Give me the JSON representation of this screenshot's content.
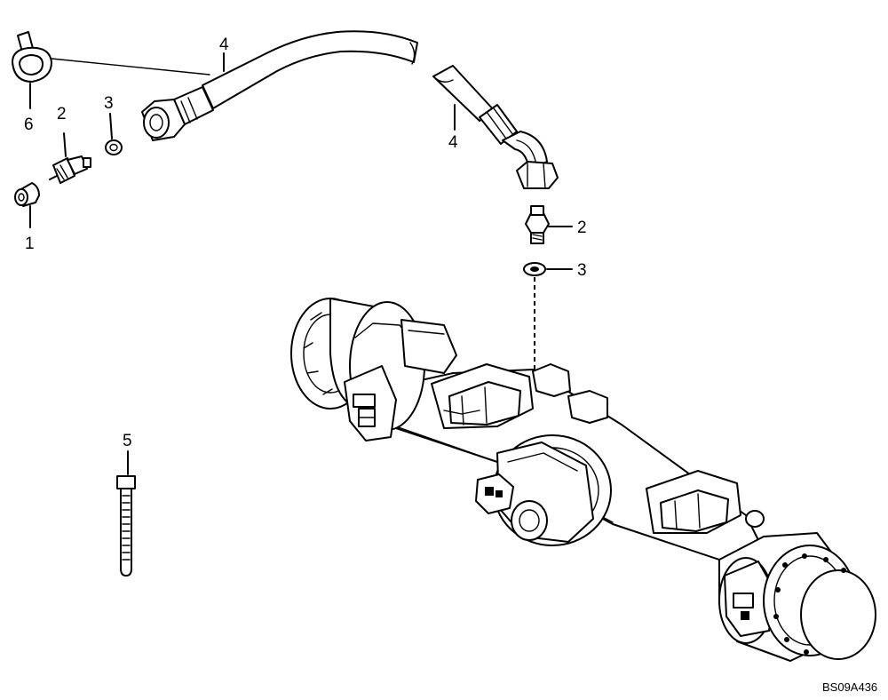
{
  "callouts": {
    "hose_left": "4",
    "hose_right": "4",
    "clamp": "6",
    "sensor_left": "2",
    "washer_left": "3",
    "cap": "1",
    "sensor_right": "2",
    "washer_right": "3",
    "cable_tie": "5"
  },
  "drawing_code": "BS09A436"
}
